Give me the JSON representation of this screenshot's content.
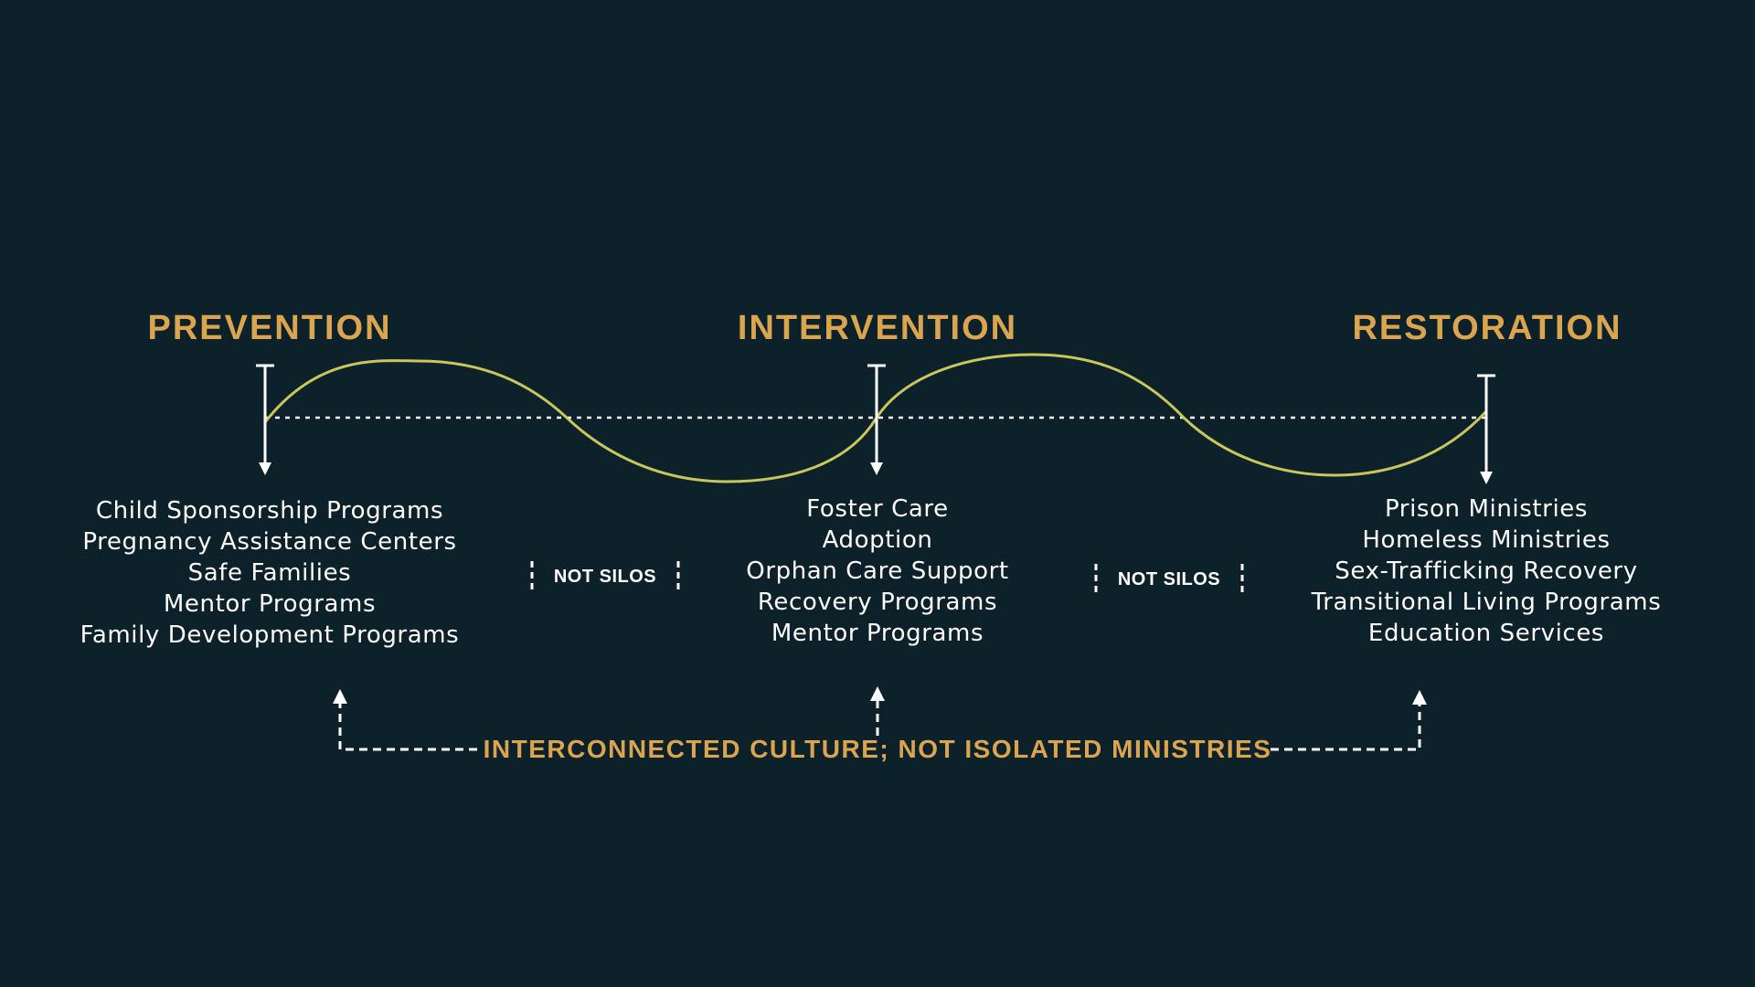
{
  "colors": {
    "background": "#0d212b",
    "accent": "#dba550",
    "wave": "#c9c65c",
    "text": "#ffffff"
  },
  "phases": [
    {
      "title": "PREVENTION",
      "items": [
        "Child Sponsorship Programs",
        "Pregnancy Assistance Centers",
        "Safe Families",
        "Mentor Programs",
        "Family Development Programs"
      ]
    },
    {
      "title": "INTERVENTION",
      "items": [
        "Foster Care",
        "Adoption",
        "Orphan Care Support",
        "Recovery Programs",
        "Mentor Programs"
      ]
    },
    {
      "title": "RESTORATION",
      "items": [
        "Prison Ministries",
        "Homeless Ministries",
        "Sex-Trafficking Recovery",
        "Transitional Living Programs",
        "Education Services"
      ]
    }
  ],
  "separators": [
    {
      "label": "NOT SILOS"
    },
    {
      "label": "NOT SILOS"
    }
  ],
  "bottom_label": "INTERCONNECTED CULTURE; NOT ISOLATED MINISTRIES"
}
